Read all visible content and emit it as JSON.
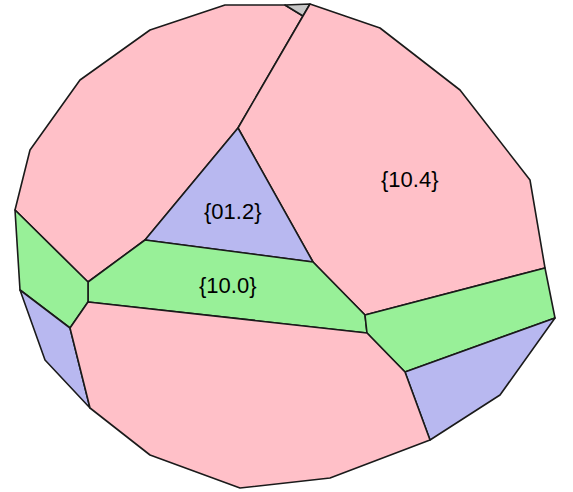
{
  "diagram": {
    "nodes": [
      {
        "text": [
          "{10.4}"
        ]
      },
      {
        "text": [
          "{01.2}"
        ]
      },
      {
        "text": [
          "{10.0}"
        ]
      }
    ]
  }
}
